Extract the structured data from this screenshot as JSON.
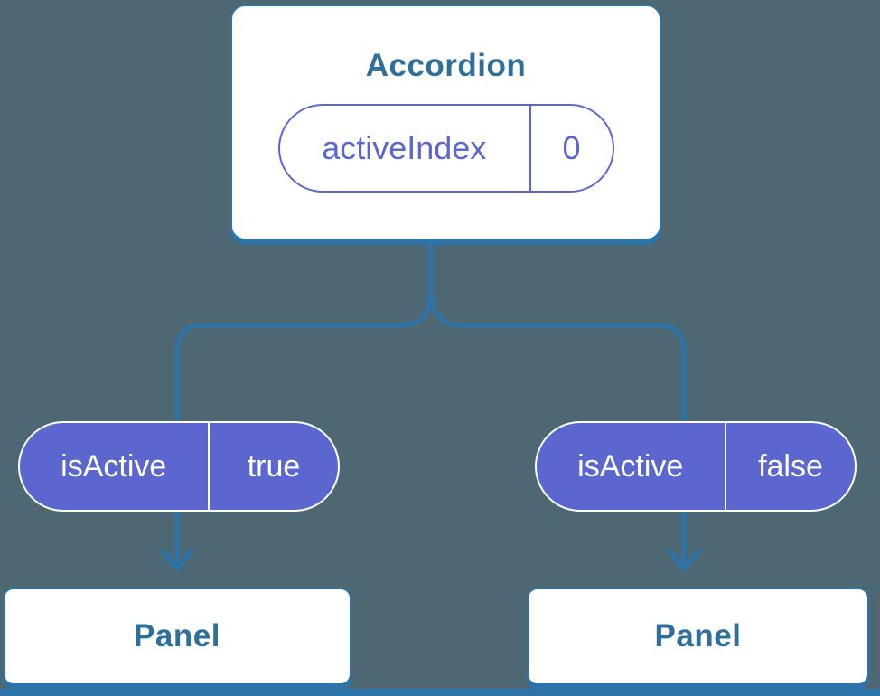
{
  "colors": {
    "background": "#4D6773",
    "connector_blue": "#2B73A8",
    "node_text_blue": "#2E6F9C",
    "pill_purple": "#5C66CF",
    "pill_text_white": "#FFFFFF",
    "node_background": "#FFFFFF"
  },
  "tree": {
    "root": {
      "title": "Accordion",
      "state": {
        "name": "activeIndex",
        "value": "0"
      }
    },
    "children": [
      {
        "prop": {
          "name": "isActive",
          "value": "true"
        },
        "label": "Panel"
      },
      {
        "prop": {
          "name": "isActive",
          "value": "false"
        },
        "label": "Panel"
      }
    ]
  }
}
